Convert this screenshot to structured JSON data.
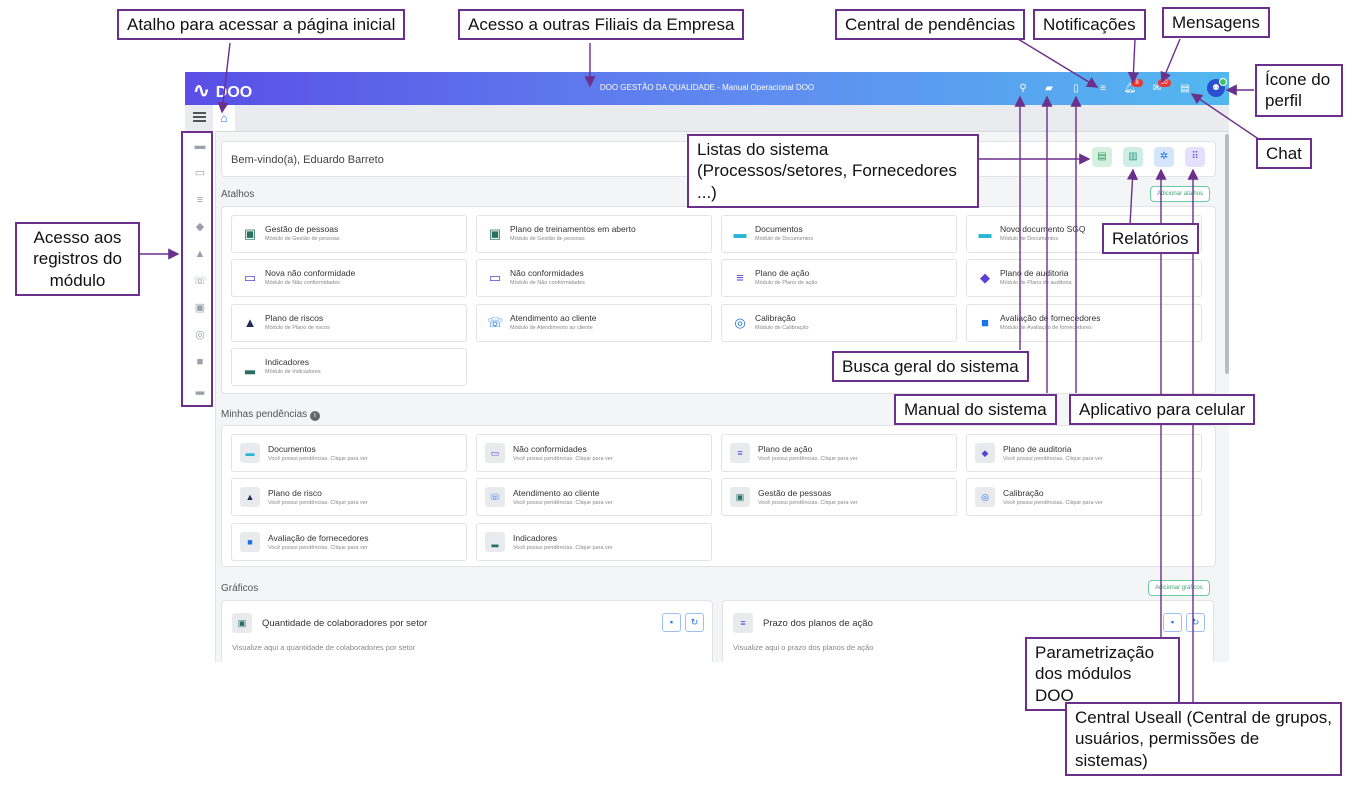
{
  "app": {
    "logo": "DOO",
    "title": "DOO GESTÃO DA QUALIDADE - Manual Operacional DOO",
    "notification_count": "8",
    "message_count": "20"
  },
  "welcome": "Bem-vindo(a), Eduardo Barreto",
  "shortcuts": {
    "title": "Atalhos",
    "add_label": "Adicionar atalhos",
    "items": [
      {
        "title": "Gestão de pessoas",
        "sub": "Módulo de Gestão de pessoas"
      },
      {
        "title": "Plano de treinamentos em aberto",
        "sub": "Módulo de Gestão de pessoas"
      },
      {
        "title": "Documentos",
        "sub": "Módulo de Documentos"
      },
      {
        "title": "Novo documento SGQ",
        "sub": "Módulo de Documentos"
      },
      {
        "title": "Nova não conformidade",
        "sub": "Módulo de Não conformidades"
      },
      {
        "title": "Não conformidades",
        "sub": "Módulo de Não conformidades"
      },
      {
        "title": "Plano de ação",
        "sub": "Módulo de Plano de ação"
      },
      {
        "title": "Plano de auditoria",
        "sub": "Módulo de Plano de auditoria"
      },
      {
        "title": "Plano de riscos",
        "sub": "Módulo de Plano de riscos"
      },
      {
        "title": "Atendimento ao cliente",
        "sub": "Módulo de Atendimento ao cliente"
      },
      {
        "title": "Calibração",
        "sub": "Módulo de Calibração"
      },
      {
        "title": "Avaliação de fornecedores",
        "sub": "Módulo de Avaliação de fornecedores"
      },
      {
        "title": "Indicadores",
        "sub": "Módulo de Indicadores"
      }
    ]
  },
  "pending": {
    "title": "Minhas pendências",
    "sub": "Você possui pendências. Clique para ver",
    "items": [
      "Documentos",
      "Não conformidades",
      "Plano de ação",
      "Plano de auditoria",
      "Plano de risco",
      "Atendimento ao cliente",
      "Gestão de pessoas",
      "Calibração",
      "Avaliação de fornecedores",
      "Indicadores"
    ]
  },
  "charts": {
    "title": "Gráficos",
    "add_label": "Adicionar gráficos",
    "cards": [
      {
        "title": "Quantidade de colaboradores por setor",
        "desc": "Visualize aqui a quantidade de colaboradores por setor"
      },
      {
        "title": "Prazo dos planos de ação",
        "desc": "Visualize aqui o prazo dos planos de ação"
      }
    ]
  },
  "callouts": {
    "home": "Atalho para acessar a página inicial",
    "branches": "Acesso a outras Filiais da Empresa",
    "pending_center": "Central de pendências",
    "notifications": "Notificações",
    "messages": "Mensagens",
    "profile": "Ícone do perfil",
    "chat": "Chat",
    "lists": "Listas do sistema (Processos/setores, Fornecedores ...)",
    "reports": "Relatórios",
    "module_records": "Acesso aos registros do módulo",
    "search": "Busca geral do sistema",
    "manual": "Manual do sistema",
    "mobile_app": "Aplicativo para celular",
    "parametrization": "Parametrização dos módulos DOO",
    "useall": "Central Useall (Central de grupos, usuários, permissões de sistemas)"
  },
  "colors": {
    "accent": "#6b2f8c",
    "topbar_start": "#5a4ee6",
    "topbar_end": "#52b8ef",
    "teal": "#2a6f63"
  }
}
